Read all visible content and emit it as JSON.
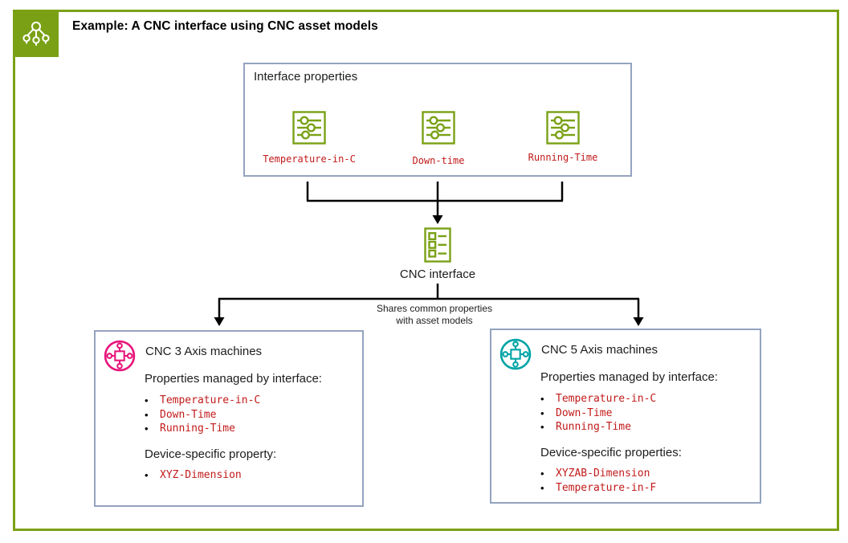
{
  "colors": {
    "green": "#7AA116",
    "pink": "#E7157B",
    "teal": "#00A4A6",
    "red": "#C21A1A",
    "boxborder": "#94A3BF"
  },
  "icons": {
    "logo": "asset-hierarchy-icon",
    "interface_property": "sliders-icon",
    "interface_node": "checklist-icon",
    "asset_model": "asset-hub-icon"
  },
  "header": {
    "title": "Example: A CNC interface using CNC asset models"
  },
  "interface_box": {
    "title": "Interface properties",
    "properties": [
      {
        "label": "Temperature-in-C"
      },
      {
        "label": "Down-time"
      },
      {
        "label": "Running-Time"
      }
    ]
  },
  "interface_node": {
    "label": "CNC interface"
  },
  "share_note": {
    "line1": "Shares common properties",
    "line2": "with asset models"
  },
  "asset_boxes": [
    {
      "title": "CNC 3 Axis machines",
      "managed_heading": "Properties managed by interface:",
      "managed": [
        "Temperature-in-C",
        "Down-Time",
        "Running-Time"
      ],
      "device_heading": "Device-specific property:",
      "device": [
        "XYZ-Dimension"
      ]
    },
    {
      "title": "CNC 5 Axis machines",
      "managed_heading": "Properties managed by interface:",
      "managed": [
        "Temperature-in-C",
        "Down-Time",
        "Running-Time"
      ],
      "device_heading": "Device-specific properties:",
      "device": [
        "XYZAB-Dimension",
        "Temperature-in-F"
      ]
    }
  ],
  "bullet_glyph": "•"
}
